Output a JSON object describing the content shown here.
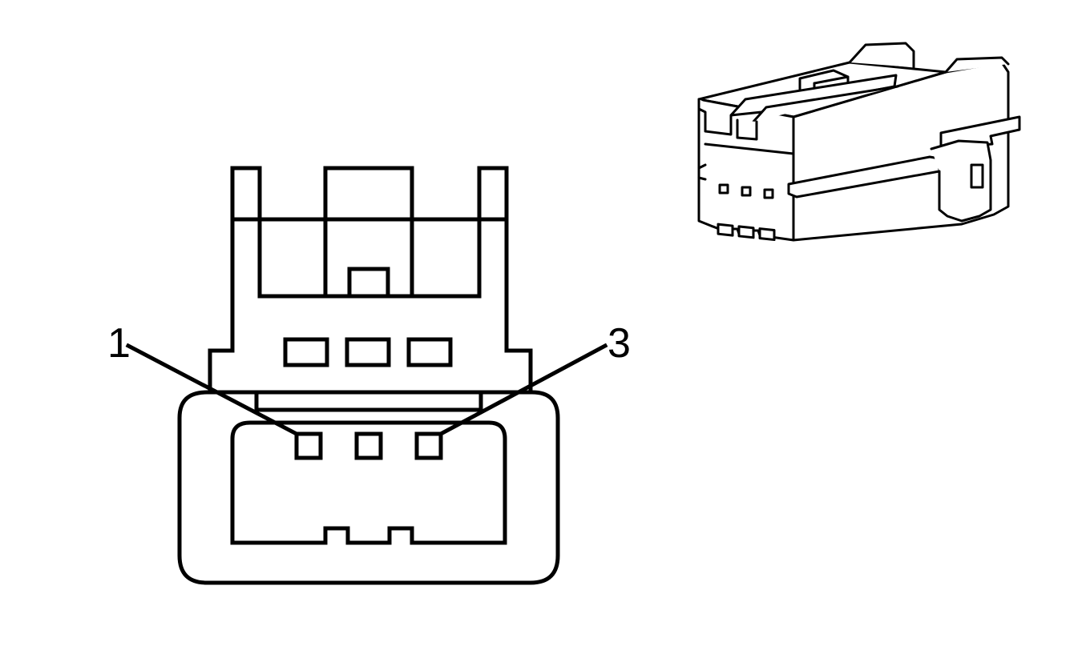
{
  "connector_face": {
    "pin_labels": [
      {
        "number": "1"
      },
      {
        "number": "3"
      }
    ],
    "cavity_count": 3
  },
  "colors": {
    "line": "#000000",
    "fill": "#ffffff"
  }
}
